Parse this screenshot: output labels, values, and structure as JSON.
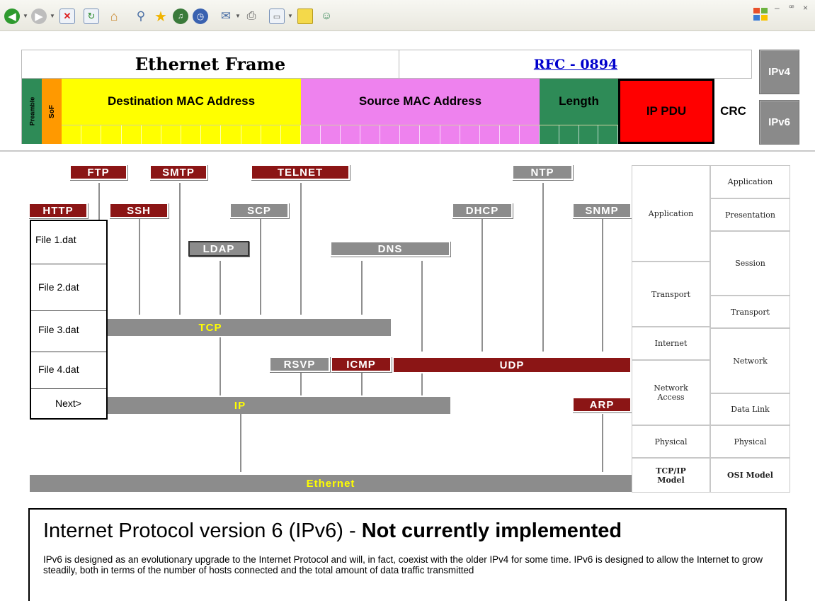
{
  "toolbar": {
    "icons": [
      "back-icon",
      "forward-icon",
      "stop-icon",
      "refresh-icon",
      "home-icon",
      "search-icon",
      "favorites-icon",
      "media-icon",
      "history-icon",
      "mail-icon",
      "print-icon",
      "edit-icon",
      "discuss-icon",
      "messenger-icon"
    ],
    "window_controls": [
      "–",
      "♂",
      "×"
    ]
  },
  "frame": {
    "title": "Ethernet Frame",
    "rfc_link": "RFC - 0894",
    "preamble": "Preamble",
    "sof": "SoF",
    "destination": "Destination MAC Address",
    "source": "Source MAC Address",
    "length": "Length",
    "ip_pdu": "IP PDU",
    "crc": "CRC",
    "ipv4_button": "IPv4",
    "ipv6_button": "IPv6",
    "colors": {
      "preamble": "#2e8b57",
      "sof": "#ff9900",
      "destination": "#ffff00",
      "source": "#ee82ee",
      "length": "#2e8b57",
      "ip_pdu": "#ff0000"
    }
  },
  "protocols": {
    "ftp": "FTP",
    "smtp": "SMTP",
    "telnet": "TELNET",
    "ntp": "NTP",
    "http": "HTTP",
    "ssh": "SSH",
    "scp": "SCP",
    "dhcp": "DHCP",
    "snmp": "SNMP",
    "ldap": "LDAP",
    "dns": "DNS",
    "tcp": "TCP",
    "rsvp": "RSVP",
    "icmp": "ICMP",
    "udp": "UDP",
    "ip": "IP",
    "arp": "ARP",
    "ethernet": "Ethernet"
  },
  "files": {
    "items": [
      "File 1.dat",
      "File 2.dat",
      "File 3.dat",
      "File 4.dat"
    ],
    "next": "Next>"
  },
  "tcpip_model": {
    "application": "Application",
    "transport": "Transport",
    "internet": "Internet",
    "network_access": "Network Access",
    "physical": "Physical",
    "label": "TCP/IP Model"
  },
  "osi_model": {
    "application": "Application",
    "presentation": "Presentation",
    "session": "Session",
    "transport": "Transport",
    "network": "Network",
    "data_link": "Data Link",
    "physical": "Physical",
    "label": "OSI Model"
  },
  "info": {
    "title_normal": "Internet Protocol version 6 (IPv6) - ",
    "title_bold": "Not currently implemented",
    "body": "IPv6 is designed as an evolutionary upgrade to the Internet Protocol and will, in fact, coexist with the older IPv4 for some time. IPv6 is designed to allow the Internet to grow steadily, both in terms of the number of hosts connected and the total amount of data traffic transmitted"
  }
}
